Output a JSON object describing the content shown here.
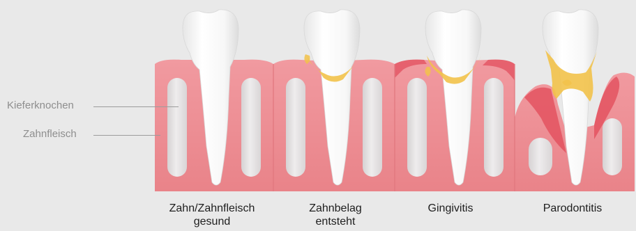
{
  "labels": {
    "bone": "Kieferknochen",
    "gum": "Zahnfleisch"
  },
  "stages": [
    {
      "caption": "Zahn/Zahnfleisch gesund"
    },
    {
      "caption": "Zahnbelag entsteht"
    },
    {
      "caption": "Gingivitis"
    },
    {
      "caption": "Parodontitis"
    }
  ],
  "colors": {
    "background": "#e9e9e9",
    "gum": "#ec8f94",
    "gum_dark": "#d9727a",
    "inflamed": "#e24f5d",
    "bone_socket": "#e4e0e1",
    "tooth": "#fbfbfb",
    "plaque": "#f2c24a"
  }
}
